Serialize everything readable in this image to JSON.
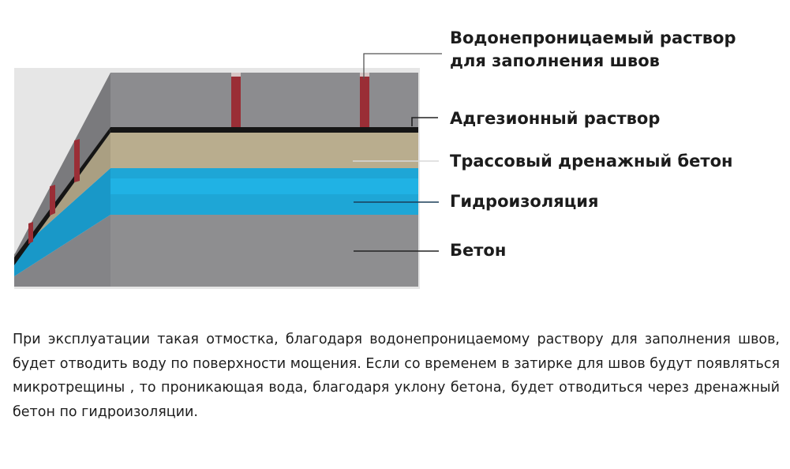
{
  "labels": {
    "joint_mortar": {
      "line1": "Водонепроницаемый раствор",
      "line2": "для заполнения швов"
    },
    "adhesive": "Адгезионный раствор",
    "drainage": "Трассовый дренажный бетон",
    "waterproofing": "Гидроизоляция",
    "concrete": "Бетон"
  },
  "paragraph": "При эксплуатации такая отмостка, благодаря водонепроницаемому раствору для заполнения швов, будет отводить воду по поверхности мощения. Если со временем в затирке для швов будут появляться микротрещины , то проникающая вода, благодаря уклону бетона, будет отводиться через дренажный бетон по гидроизоляции.",
  "colors": {
    "concrete": "#8e8e90",
    "paving": "#8c8c8f",
    "joint": "#9a2e36",
    "adhesive": "#151515",
    "drainage": "#b9ad8e",
    "waterproofing": "#1ea6d6",
    "text": "#1c1c1c"
  }
}
